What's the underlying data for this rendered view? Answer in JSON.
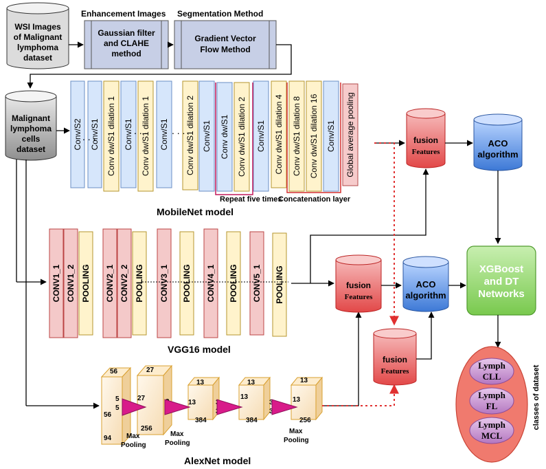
{
  "input_dataset": [
    "WSI Images",
    "of Malignant",
    "lymphoma",
    "dataset"
  ],
  "enhancement": {
    "header": "Enhancement Images",
    "lines": [
      "Gaussian filter",
      "and CLAHE",
      "method"
    ]
  },
  "segmentation": {
    "header": "Segmentation Method",
    "lines": [
      "Gradient Vector",
      "Flow Method"
    ]
  },
  "cells_dataset": [
    "Malignant",
    "lymphoma",
    "cells",
    "dataset"
  ],
  "mobilenet": {
    "title": "MobileNet model",
    "layers": [
      {
        "label": "Conv/S2",
        "kind": "blue"
      },
      {
        "label": "Conv/S1",
        "kind": "blue"
      },
      {
        "label": "Conv dw/S1 dilation 1",
        "kind": "yellow"
      },
      {
        "label": "Conv/S1",
        "kind": "blue"
      },
      {
        "label": "Conv dw/S1 dilation 1",
        "kind": "yellow"
      },
      {
        "label": "Conv/S1",
        "kind": "blue"
      },
      {
        "label": "Conv dw/S1 dilation 2",
        "kind": "yellow"
      },
      {
        "label": "Conv/S1",
        "kind": "blue"
      },
      {
        "label": "Conv dw/S1",
        "kind": "blue"
      },
      {
        "label": "Conv dw/S1 dilation 2",
        "kind": "yellow"
      },
      {
        "label": "Conv/S1",
        "kind": "blue"
      },
      {
        "label": "Conv dw/S1 dilation 4",
        "kind": "yellow"
      },
      {
        "label": "Conv dw/S1 dilation 8",
        "kind": "yellow"
      },
      {
        "label": "Conv dw/S1 dilation 16",
        "kind": "yellow"
      },
      {
        "label": "Conv/S1",
        "kind": "blue"
      },
      {
        "label": "Global average pooling",
        "kind": "pink"
      }
    ],
    "repeat_label": "Repeat five times",
    "concat_label": "Concatenation layer"
  },
  "vgg16": {
    "title": "VGG16 model",
    "layers": [
      {
        "label": "CONV1_1",
        "kind": "pink"
      },
      {
        "label": "CONV1_2",
        "kind": "pink"
      },
      {
        "label": "POOLING",
        "kind": "yellow"
      },
      {
        "label": "CONV2_1",
        "kind": "pink"
      },
      {
        "label": "CONV2_2",
        "kind": "pink"
      },
      {
        "label": "POOLING",
        "kind": "yellow"
      },
      {
        "label": "CONV3_1",
        "kind": "pink"
      },
      {
        "label": "POOLING",
        "kind": "yellow"
      },
      {
        "label": "CONV4_1",
        "kind": "pink"
      },
      {
        "label": "POOLING",
        "kind": "yellow"
      },
      {
        "label": "CONV5_1",
        "kind": "pink"
      },
      {
        "label": "POOLING",
        "kind": "yellow"
      }
    ]
  },
  "alexnet": {
    "title": "AlexNet model",
    "block1": {
      "top": "56",
      "left": "56",
      "bottom": "94",
      "k1": "5",
      "k2": "5"
    },
    "block2": {
      "top": "27",
      "right": "27",
      "bottom": "256",
      "k1": "3",
      "k2": "3"
    },
    "block3": {
      "top": "13",
      "right": "13",
      "bottom": "384",
      "k1": "3",
      "k2": "3"
    },
    "block4": {
      "top": "13",
      "right": "13",
      "bottom": "384",
      "k1": "3",
      "k2": "3"
    },
    "block5": {
      "top": "13",
      "right": "13",
      "bottom": "256"
    },
    "max_pooling": [
      "Max",
      "Pooling"
    ]
  },
  "fusion": [
    "fusion",
    "Features"
  ],
  "aco": [
    "ACO",
    "algorithm"
  ],
  "xgboost": [
    "XGBoost",
    "and DT",
    "Networks"
  ],
  "classes": {
    "side_label": "classes of dataset",
    "items": [
      [
        "Lymph",
        "CLL"
      ],
      [
        "Lymph",
        "FL"
      ],
      [
        "Lymph",
        "MCL"
      ]
    ]
  },
  "dots": ". . ."
}
